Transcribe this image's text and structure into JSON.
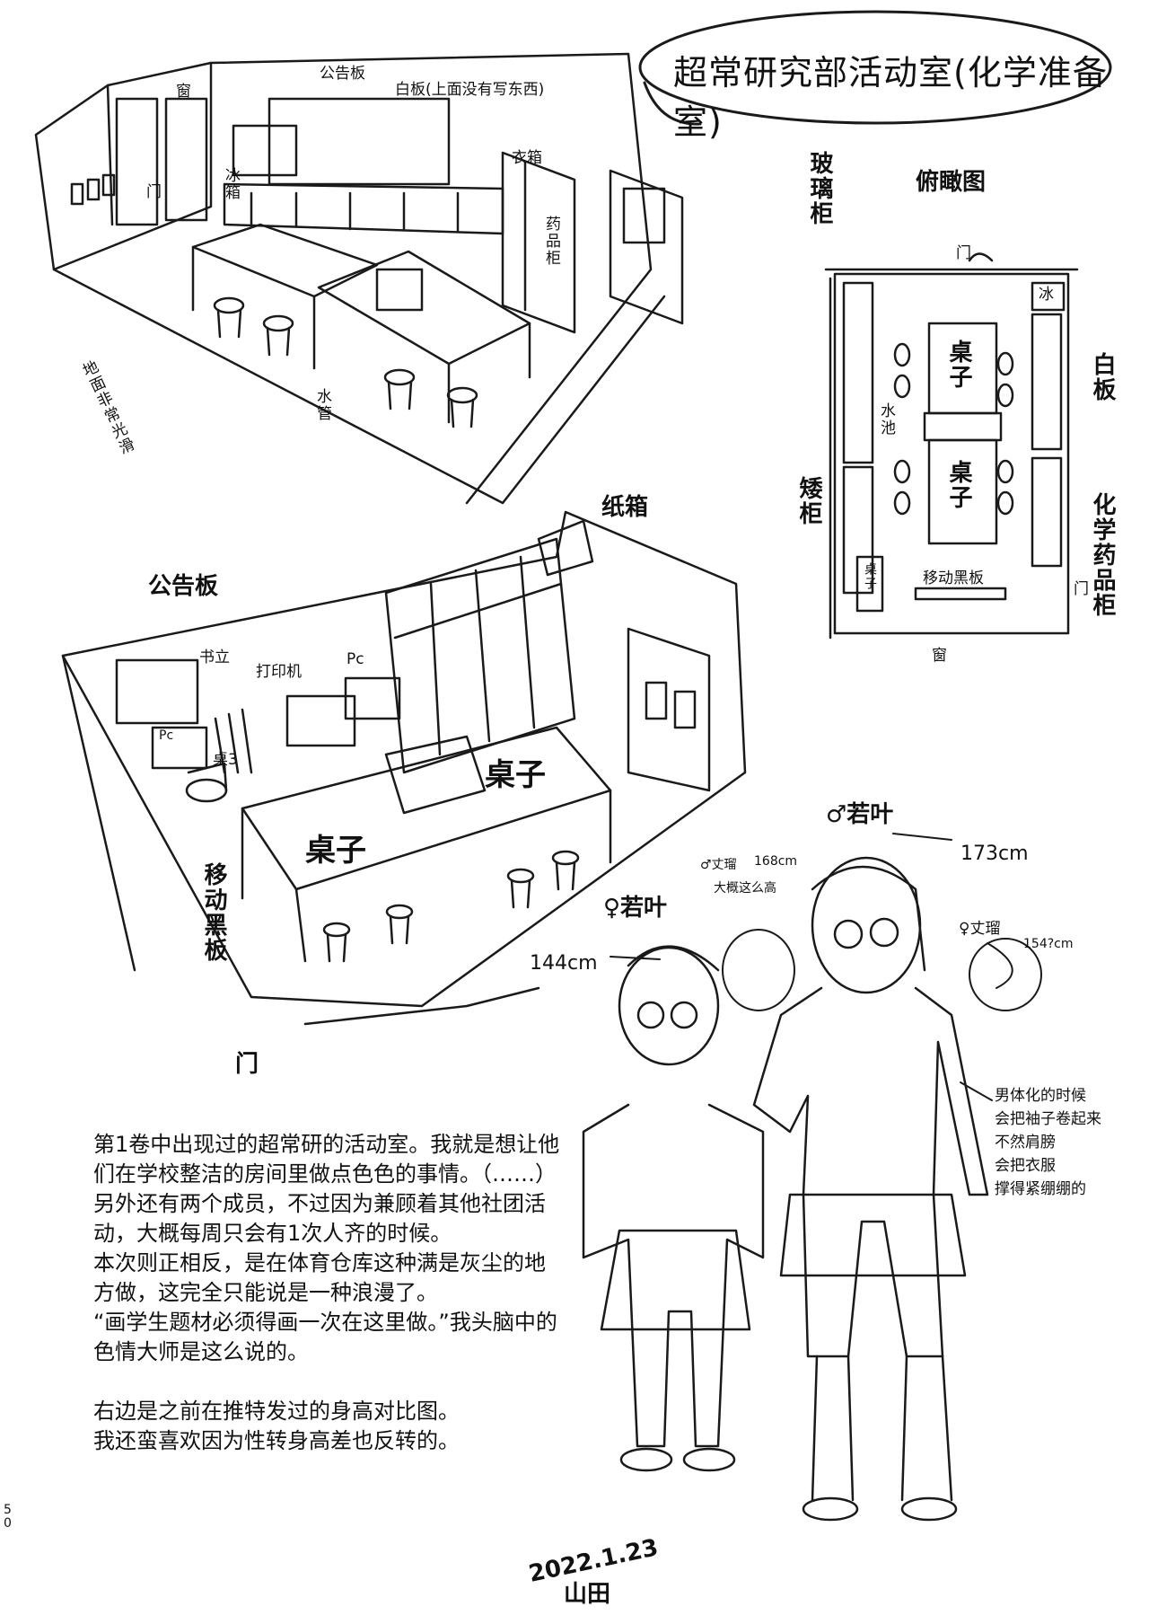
{
  "title": "超常研究部活动室(化学准备室)",
  "room_sketch_top": {
    "bulletin": "公告板",
    "whiteboard": "白板(上面没有写东西)",
    "wardrobe": "衣箱",
    "fridge": "冰箱",
    "medicine": "药品柜",
    "window": "窗",
    "door": "门",
    "sink": "水管",
    "floor": "地面非常光滑"
  },
  "room_sketch_bottom": {
    "box": "纸箱",
    "bulletin": "公告板",
    "bookstand": "书立",
    "printer": "打印机",
    "pc1": "Pc",
    "pc2": "Pc",
    "desk_small": "桌3",
    "desk1": "桌子",
    "desk2": "桌子",
    "blackboard": "移动黑板",
    "door": "门"
  },
  "overhead": {
    "heading": "俯瞰图",
    "glass_cabinet": "玻璃柜",
    "door_top": "门",
    "fridge": "冰",
    "desk1": "桌子",
    "desk2": "桌子",
    "sink": "水池",
    "whiteboard": "白板",
    "low_cabinet": "矮柜",
    "chem_cabinet": "化学药品柜",
    "desk_small": "桌子",
    "blackboard": "移动黑板",
    "window": "窗",
    "door_bottom": "门"
  },
  "characters": {
    "male_name": "♂若叶",
    "male_height": "173cm",
    "male_other_name": "♂丈瑠",
    "male_other_height": "168cm",
    "male_other_note": "大概这么高",
    "female_name": "♀若叶",
    "female_height": "144cm",
    "female_other_name": "♀丈瑠",
    "female_other_height": "154?cm",
    "note_lines": [
      "男体化的时候",
      "会把袖子卷起来",
      "不然肩膀",
      "会把衣服",
      "撑得紧绷绷的"
    ]
  },
  "description": [
    "第1卷中出现过的超常研的活动室。我就是想让他们在学校整洁的房间里做点色色的事情。（……）",
    "另外还有两个成员，不过因为兼顾着其他社团活动，大概每周只会有1次人齐的时候。",
    "本次则正相反，是在体育仓库这种满是灰尘的地方做，这完全只能说是一种浪漫了。",
    "“画学生题材必须得画一次在这里做。”我头脑中的色情大师是这么说的。",
    "",
    "右边是之前在推特发过的身高对比图。",
    "我还蛮喜欢因为性转身高差也反转的。"
  ],
  "signature": {
    "date": "2022.1.23",
    "name": "山田"
  },
  "page_number": "50"
}
